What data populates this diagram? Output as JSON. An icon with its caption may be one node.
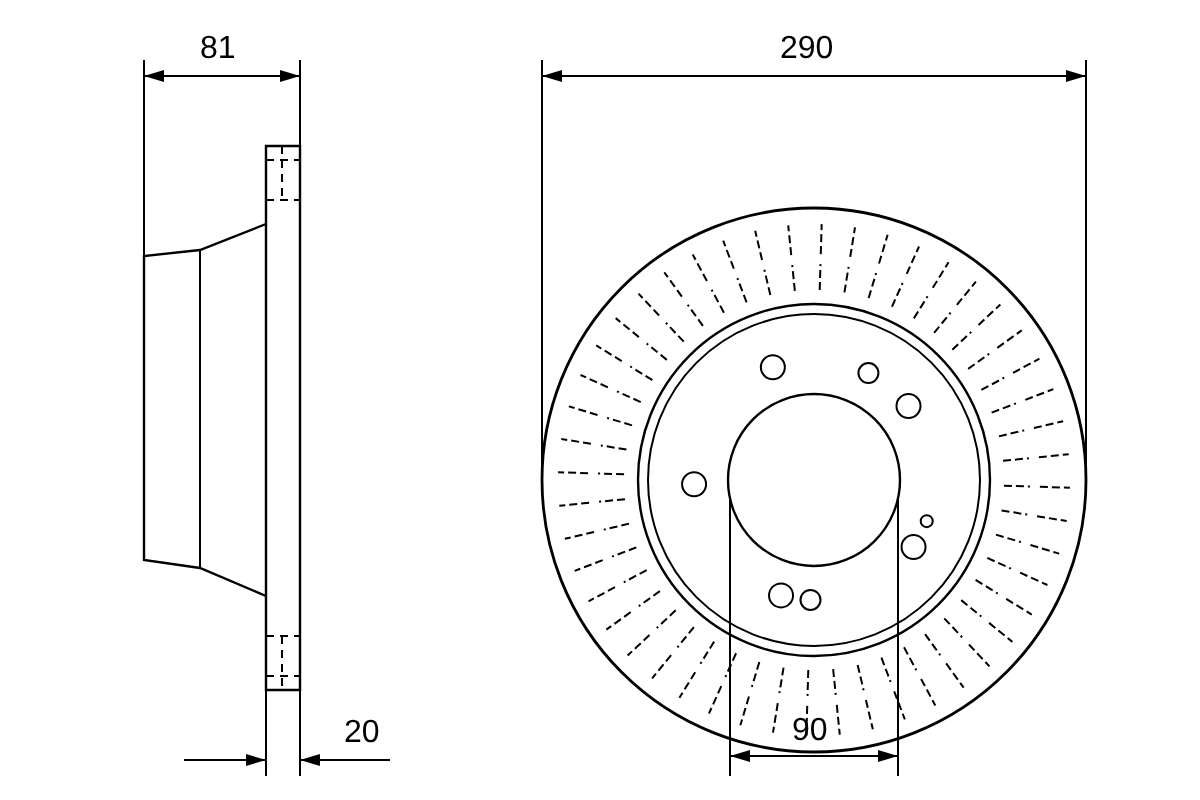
{
  "diagram": {
    "labels": [
      "81",
      "290",
      "20",
      "90"
    ]
  }
}
